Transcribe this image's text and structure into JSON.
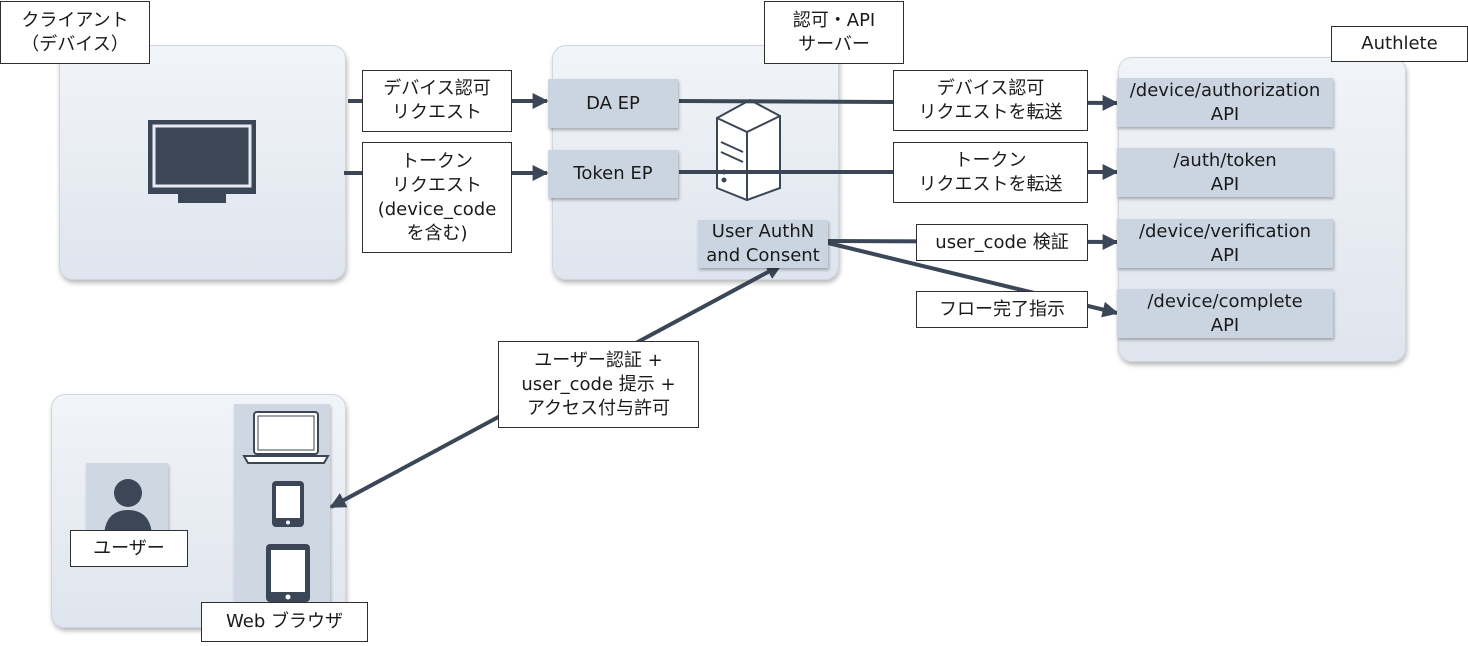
{
  "colors": {
    "arrow": "#3b4656",
    "panel": "#e4e9f0",
    "endpoint": "#cbd5e1",
    "icon": "#3b4656"
  },
  "client": {
    "title": "クライアント\n（デバイス）",
    "icon": "monitor-icon"
  },
  "server": {
    "title": "認可・API\nサーバー",
    "icon": "server-icon",
    "da_ep": "DA EP",
    "token_ep": "Token EP",
    "user_authn": "User AuthN\nand Consent"
  },
  "authlete": {
    "title": "Authlete",
    "apis": [
      "/device/authorization\nAPI",
      "/auth/token\nAPI",
      "/device/verification\nAPI",
      "/device/complete\nAPI"
    ]
  },
  "flows": {
    "device_auth_request": "デバイス認可\nリクエスト",
    "token_request": "トークン\nリクエスト\n(device_code\nを含む)",
    "forward_device_auth": "デバイス認可\nリクエストを転送",
    "forward_token": "トークン\nリクエストを転送",
    "user_code_verify": "user_code 検証",
    "flow_complete": "フロー完了指示",
    "user_interaction": "ユーザー認証 +\nuser_code 提示 +\nアクセス付与許可"
  },
  "user": {
    "label": "ユーザー",
    "icon": "person-icon"
  },
  "browser": {
    "label": "Web ブラウザ",
    "icons": [
      "laptop-icon",
      "tablet-icon",
      "tablet-icon"
    ]
  }
}
